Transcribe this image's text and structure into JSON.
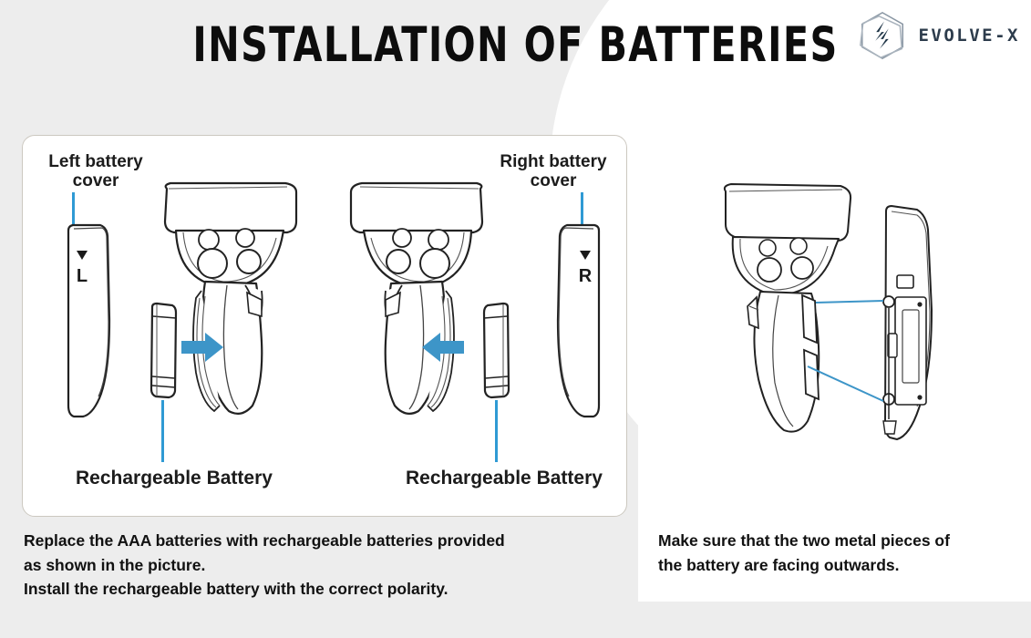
{
  "page": {
    "background_color": "#ededed",
    "title": "INSTALLATION OF BATTERIES"
  },
  "brand": {
    "name": "EVOLVE-X",
    "logo_icon": "hexagon-bolt-icon",
    "logo_color": "#2d3c4c"
  },
  "diagram": {
    "accent_color": "#2f9ad4",
    "line_color": "#222222",
    "labels": {
      "left_cover_line1": "Left battery",
      "left_cover_line2": "cover",
      "right_cover_line1": "Right battery",
      "right_cover_line2": "cover",
      "battery_left": "Rechargeable Battery",
      "battery_right": "Rechargeable Battery"
    },
    "cover_marks": {
      "left": "L",
      "right": "R"
    },
    "arrows": {
      "left_direction": "right",
      "right_direction": "left"
    }
  },
  "captions": {
    "left": [
      "Replace the AAA batteries with rechargeable batteries provided",
      "as shown in the picture.",
      "Install the rechargeable battery with the correct polarity."
    ],
    "right": [
      "Make sure that the two metal pieces of",
      "the battery are facing outwards."
    ]
  }
}
